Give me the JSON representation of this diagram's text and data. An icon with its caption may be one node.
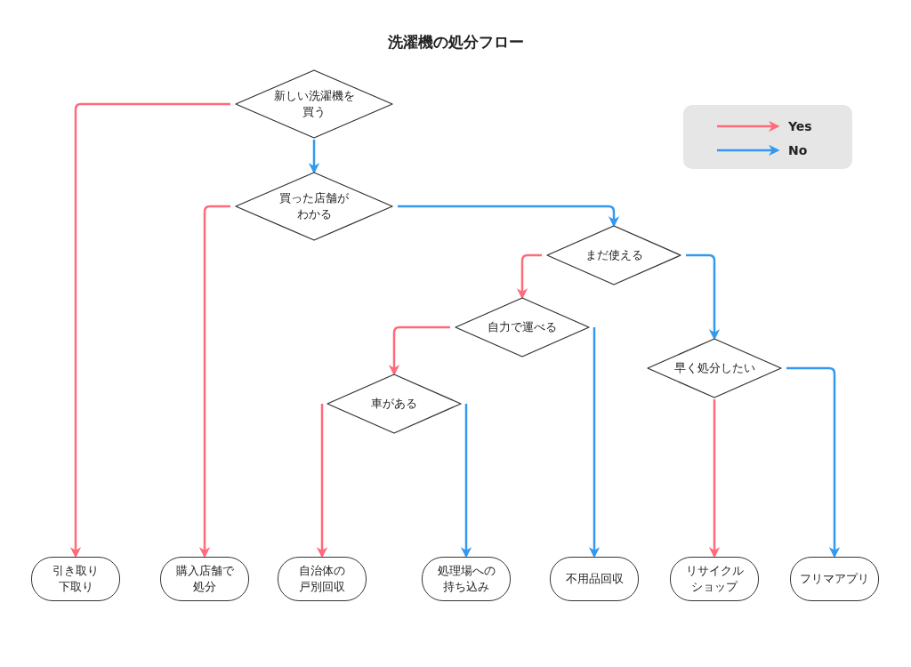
{
  "diagram": {
    "title": "洗濯機の処分フロー",
    "nodes": [
      {
        "text": [
          "新しい洗濯機を買う"
        ]
      },
      {
        "text": [
          "買った店舗がわかる"
        ]
      },
      {
        "text": [
          "まだ使える"
        ]
      },
      {
        "text": [
          "自力で運べる"
        ]
      },
      {
        "text": [
          "車がある"
        ]
      },
      {
        "text": [
          "早く処分したい"
        ]
      },
      {
        "text": [
          "引き取り下取り"
        ]
      },
      {
        "text": [
          "購入店舗で処分"
        ]
      },
      {
        "text": [
          "自治体の戸別回収"
        ]
      },
      {
        "text": [
          "処理場への持ち込み"
        ]
      },
      {
        "text": [
          "不用品回収"
        ]
      },
      {
        "text": [
          "リサイクルショップ"
        ]
      },
      {
        "text": [
          "フリマアプリ"
        ]
      }
    ],
    "edges": [
      {
        "from": 0,
        "to": 6,
        "arrow": "to",
        "color": "#ff6b7a"
      },
      {
        "from": 0,
        "to": 1,
        "arrow": "to",
        "color": "#3399ee"
      },
      {
        "from": 1,
        "to": 7,
        "arrow": "to",
        "color": "#ff6b7a"
      },
      {
        "from": 1,
        "to": 2,
        "arrow": "to",
        "color": "#3399ee"
      },
      {
        "from": 2,
        "to": 3,
        "arrow": "to",
        "color": "#ff6b7a"
      },
      {
        "from": 2,
        "to": 5,
        "arrow": "to",
        "color": "#3399ee"
      },
      {
        "from": 3,
        "to": 4,
        "arrow": "to",
        "color": "#ff6b7a"
      },
      {
        "from": 3,
        "to": 10,
        "arrow": "to",
        "color": "#3399ee"
      },
      {
        "from": 4,
        "to": 8,
        "arrow": "to",
        "color": "#ff6b7a"
      },
      {
        "from": 4,
        "to": 9,
        "arrow": "to",
        "color": "#3399ee"
      },
      {
        "from": 5,
        "to": 11,
        "arrow": "to",
        "color": "#ff6b7a"
      },
      {
        "from": 5,
        "to": 12,
        "arrow": "to",
        "color": "#3399ee"
      }
    ],
    "legend": [
      {
        "text": "Yes",
        "color": "#ff6b7a"
      },
      {
        "text": "No",
        "color": "#3399ee"
      }
    ]
  }
}
